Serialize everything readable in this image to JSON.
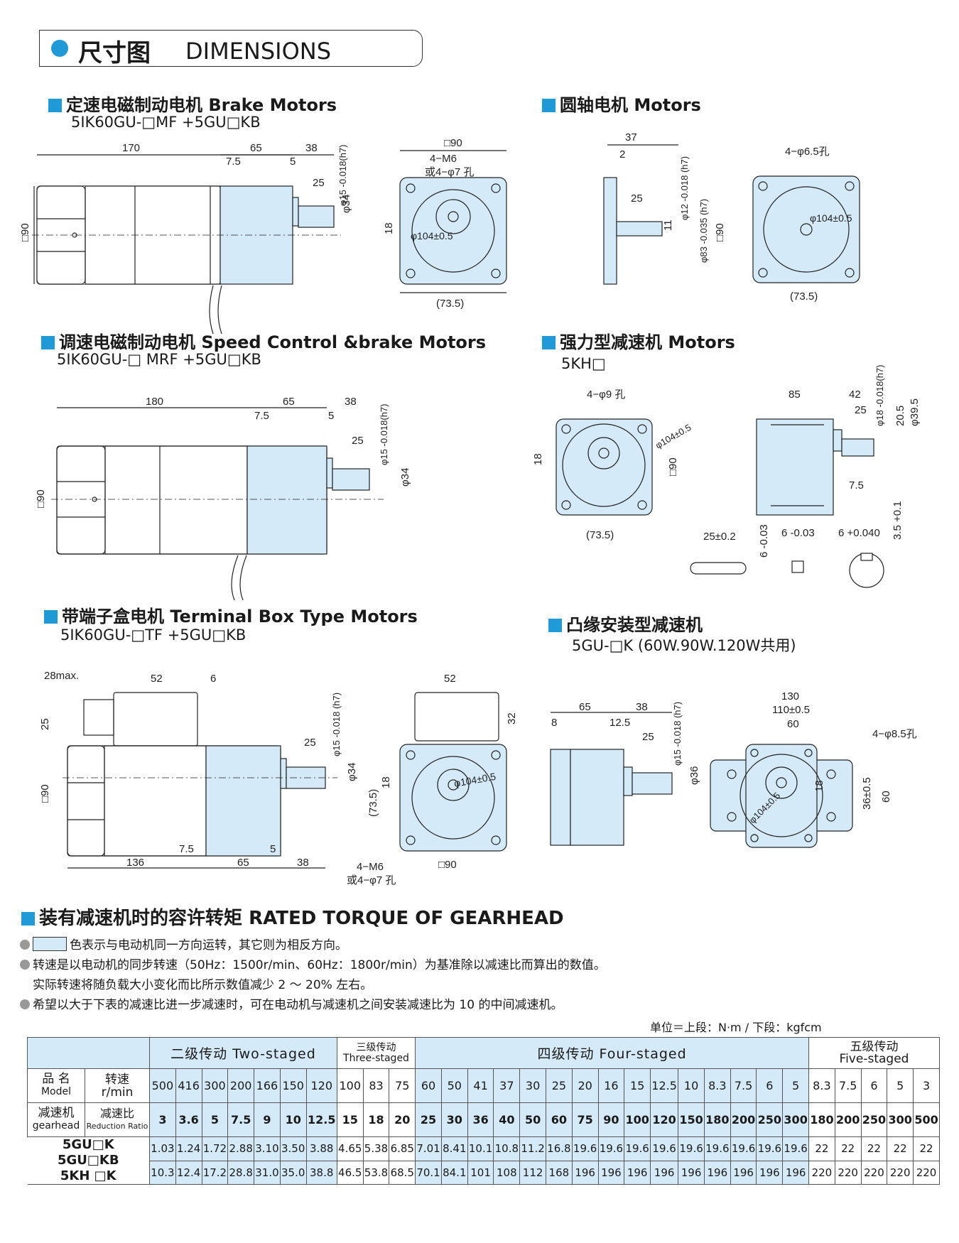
{
  "header": {
    "zh": "尺寸图",
    "en": "DIMENSIONS"
  },
  "sections": {
    "brake": {
      "zh": "定速电磁制动电机",
      "en": "Brake Motors",
      "model": "5IK60GU-□MF +5GU□KB"
    },
    "round": {
      "zh": "圆轴电机",
      "en": "Motors",
      "model": ""
    },
    "speed": {
      "zh": "调速电磁制动电机",
      "en": "Speed Control &brake Motors",
      "model": "5IK60GU-□ MRF +5GU□KB"
    },
    "strong": {
      "zh": "强力型减速机",
      "en": "Motors",
      "model": "5KH□"
    },
    "terminal": {
      "zh": "带端子盒电机",
      "en": "Terminal Box Type Motors",
      "model": "5IK60GU-□TF +5GU□KB"
    },
    "flange": {
      "zh": "凸缘安装型减速机",
      "en": "",
      "model": "5GU-□K (60W.90W.120W共用)"
    }
  },
  "torque": {
    "title_zh": "装有减速机时的容许转矩",
    "title_en": "RATED TORQUE OF GEARHEAD",
    "note1": "色表示与电动机同一方向运转，其它则为相反方向。",
    "note2": "转速是以电动机的同步转速（50Hz：1500r/min、60Hz：1800r/min）为基准除以减速比而算出的数值。",
    "note2b": "实际转速将随负载大小变化而比所示数值减少 2 ～ 20% 左右。",
    "note3": "希望以大于下表的减速比进一步减速时，可在电动机与减速机之间安装减速比为 10 的中间减速机。",
    "unit": "单位＝上段：N·m / 下段：kgfcm",
    "groups": {
      "two": "二级传动  Two-staged",
      "three_zh": "三级传动",
      "three_en": "Three-staged",
      "four": "四级传动  Four-staged",
      "five_zh": "五级传动",
      "five_en": "Five-staged"
    },
    "model_zh": "品  名",
    "model_en": "Model",
    "speed_zh": "转速",
    "speed_en": "r/min",
    "gear_zh": "减速机",
    "gear_en": "gearhead",
    "ratio_zh": "减速比",
    "ratio_en": "Reduction Ratio",
    "models": [
      "5GU□K",
      "5GU□KB",
      "5KH □K"
    ],
    "speeds": [
      "500",
      "416",
      "300",
      "200",
      "166",
      "150",
      "120",
      "100",
      "83",
      "75",
      "60",
      "50",
      "41",
      "37",
      "30",
      "25",
      "20",
      "16",
      "15",
      "12.5",
      "10",
      "8.3",
      "7.5",
      "6",
      "5",
      "8.3",
      "7.5",
      "6",
      "5",
      "3"
    ],
    "ratios": [
      "3",
      "3.6",
      "5",
      "7.5",
      "9",
      "10",
      "12.5",
      "15",
      "18",
      "20",
      "25",
      "30",
      "36",
      "40",
      "50",
      "60",
      "75",
      "90",
      "100",
      "120",
      "150",
      "180",
      "200",
      "250",
      "300",
      "180",
      "200",
      "250",
      "300",
      "500"
    ],
    "blue_cols": [
      0,
      1,
      2,
      3,
      4,
      5,
      6,
      10,
      11,
      12,
      13,
      14,
      15,
      16,
      17,
      18,
      19,
      20,
      21,
      22,
      23,
      24
    ],
    "nm": [
      "1.03",
      "1.24",
      "1.72",
      "2.88",
      "3.10",
      "3.50",
      "3.88",
      "4.65",
      "5.38",
      "6.85",
      "7.01",
      "8.41",
      "10.1",
      "10.8",
      "11.2",
      "16.8",
      "19.6",
      "19.6",
      "19.6",
      "19.6",
      "19.6",
      "19.6",
      "19.6",
      "19.6",
      "19.6",
      "22",
      "22",
      "22",
      "22",
      "22"
    ],
    "kgf": [
      "10.3",
      "12.4",
      "17.2",
      "28.8",
      "31.0",
      "35.0",
      "38.8",
      "46.5",
      "53.8",
      "68.5",
      "70.1",
      "84.1",
      "101",
      "108",
      "112",
      "168",
      "196",
      "196",
      "196",
      "196",
      "196",
      "196",
      "196",
      "196",
      "196",
      "220",
      "220",
      "220",
      "220",
      "220"
    ]
  }
}
